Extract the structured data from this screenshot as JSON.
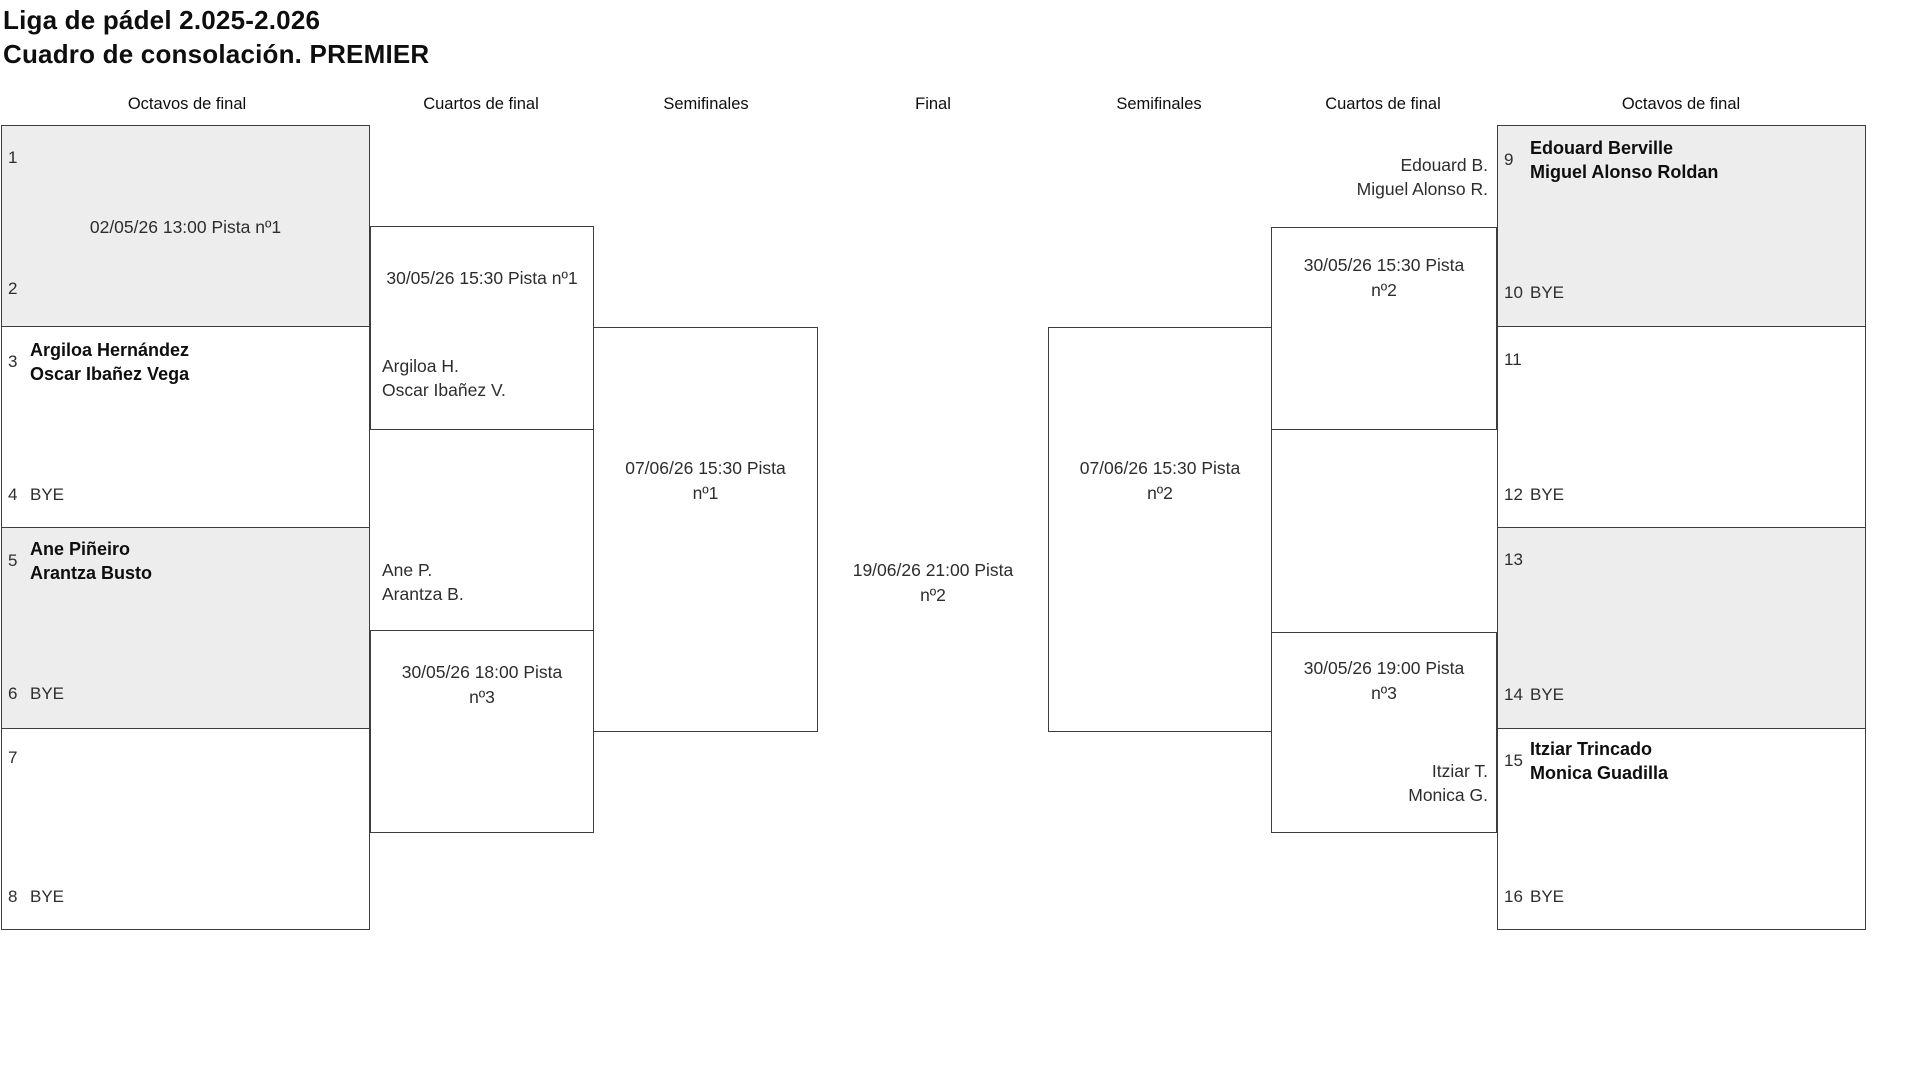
{
  "title": {
    "line1": "Liga de pádel 2.025-2.026",
    "line2": "Cuadro de consolación. PREMIER"
  },
  "rounds": [
    "Octavos de final",
    "Cuartos de final",
    "Semifinales",
    "Final",
    "Semifinales",
    "Cuartos de final",
    "Octavos de final"
  ],
  "colors": {
    "shaded_fill": "#ededed",
    "plain_fill": "#ffffff",
    "border": "#3d3d3d",
    "text_primary": "#0e0e0e",
    "text_secondary": "#2d2d2d",
    "background": "#ffffff"
  },
  "seeds": {
    "s1": {
      "num": "1",
      "label": ""
    },
    "s2": {
      "num": "2",
      "label": ""
    },
    "s3": {
      "num": "3",
      "label": "Argiloa Hernández\nOscar Ibañez Vega"
    },
    "s4": {
      "num": "4",
      "label": "BYE"
    },
    "s5": {
      "num": "5",
      "label": "Ane Piñeiro\nArantza Busto"
    },
    "s6": {
      "num": "6",
      "label": "BYE"
    },
    "s7": {
      "num": "7",
      "label": ""
    },
    "s8": {
      "num": "8",
      "label": "BYE"
    },
    "s9": {
      "num": "9",
      "label": "Edouard Berville\nMiguel Alonso Roldan"
    },
    "s10": {
      "num": "10",
      "label": "BYE"
    },
    "s11": {
      "num": "11",
      "label": ""
    },
    "s12": {
      "num": "12",
      "label": "BYE"
    },
    "s13": {
      "num": "13",
      "label": ""
    },
    "s14": {
      "num": "14",
      "label": "BYE"
    },
    "s15": {
      "num": "15",
      "label": "Itziar Trincado\nMonica Guadilla"
    },
    "s16": {
      "num": "16",
      "label": "BYE"
    }
  },
  "matches": {
    "oct_l1": {
      "schedule": "02/05/26 13:00 Pista nº1"
    },
    "qf_l1": {
      "schedule": "30/05/26 15:30 Pista nº1",
      "advancer": "Argiloa H.\nOscar Ibañez V."
    },
    "qf_l2": {
      "schedule": "30/05/26 18:00 Pista\nnº3",
      "advancer": "Ane P.\nArantza B."
    },
    "sf_l": {
      "schedule": "07/06/26 15:30 Pista\nnº1"
    },
    "final": {
      "schedule": "19/06/26 21:00 Pista\nnº2"
    },
    "sf_r": {
      "schedule": "07/06/26 15:30 Pista\nnº2"
    },
    "qf_r1": {
      "schedule": "30/05/26 15:30 Pista\nnº2",
      "advancer": "Edouard B.\nMiguel Alonso R."
    },
    "qf_r2": {
      "schedule": "30/05/26 19:00 Pista\nnº3",
      "advancer": "Itziar T.\nMonica G."
    }
  }
}
